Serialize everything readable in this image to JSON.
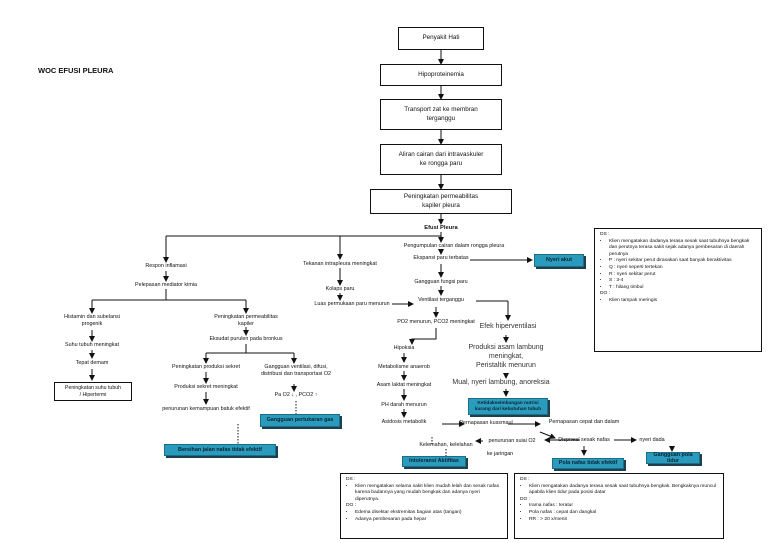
{
  "title": "WOC EFUSI PLEURA",
  "chain": [
    "Penyakit Hati",
    "Hipoproteinemia",
    "Transport zat ke membran\nterganggu",
    "Aliran cairan dari intravaskuler\nke rongga paru",
    "Peningkatan permeabilitas\nkapiler pleura"
  ],
  "center": "Efusi Pleura",
  "left": {
    "respon": "Respon inflamasi",
    "pelepasan": "Pelepasan mediator kimia",
    "histamin": "Histamin dan subelansi\nprogenik",
    "suhu": "Suhu tubuh meningkat",
    "demam": "Tepat demam",
    "hipertermi": "Peningkatan suhu tubuh\n/ Hipertermi",
    "permeabilitas": "Peningkatan permeabilitas\nkapiler",
    "eksudat": "Eksudat purulen pada bronkus",
    "produksi1": "Peningkatan produksi sekret",
    "produksi2": "Produksi sekret meningkat",
    "penurunan": "penurunan kemampuan batuk efektif",
    "bersihan": "Bersihan jalan nafas tidak efektif",
    "ventilasi": "Gangguan ventilasi, difusi,\ndistribusi dan transportasi O2",
    "pao2": "Pa O2 ↓ , PCO2 ↑",
    "pertukaran": "Gangguan pertukaran gas"
  },
  "middle": {
    "tekanan": "Tekanan intrapleura meningkat",
    "kolaps": "Kolaps paru",
    "luas": "Luas permukaan paru menurun",
    "pengumpulan": "Pengumpulan cairan dalam rongga pleura",
    "ekspansi": "Ekspansi paru terbatas",
    "nyeri_akut": "Nyeri akut",
    "gangguan_fungsi": "Gangguan fungsi paru",
    "vent_terganggu": "Ventilasi terganggu",
    "po2": "PO2 menurun, PCO2 meningkat",
    "hipoksia": "Hipoksia",
    "metabolisme": "Metabolisme anaerob",
    "asam": "Asam laktat meningkat",
    "ph": "PH darah menurun",
    "asidosis": "Asidosis metabolik",
    "kelemahan": "Kelemahan, kelelahan",
    "intoleransi": "Intoleransi Aktifitas",
    "efek": "Efek hiperventilasi",
    "produksi_asam": "Produksi asam lambung\nmeningkat,\nPeristaltik menurun",
    "mual": "Mual, nyeri lambung, anoreksia",
    "nutrisi": "Ketidakseimbangan nutrisi kurang dari\nkebutuhan tubuh",
    "kussmaul": "Pernapasan kussmaul",
    "pernapasan_cepat": "Pernapasan cepat dan dalam",
    "dispnea": "Dispnea/ sesak nafas",
    "penurunan_o2": "penurunan suiai O2",
    "ke_jaringan": "ke jaringan",
    "pola_nafas": "Pola nafas tidak efektif",
    "nyeri_dada": "nyeri dada",
    "pola_tidur": "Gangguan pola tidur"
  },
  "panel_right": {
    "ds_label": "DS :",
    "ds_items": [
      "Klien mengatakan dadanya terasa sesak saat tubuhnya bengkak dan perutnya terasa sakit sejak adanya pembesaran di daerah perutnya",
      "P : nyeri sekitar perut dirasakan saat banyak beraktivitas",
      "Q : nyeri seperti tertekan",
      "R : nyeri sekitar perut",
      "S : 3-4",
      "T : hilang timbul"
    ],
    "do_label": "DO :",
    "do_items": [
      "Klien tampak meringis"
    ]
  },
  "panel_bottom_mid": {
    "ds_label": "DS :",
    "ds_items": [
      "Klien mengatakan selama sakit klien mudah lelah dan sesak nafas karena badannya yang mudah bengkak dan adanya nyeri diperutnya."
    ],
    "do_label": "DO :",
    "do_items": [
      "Edema disektar ekstremitas bagian atas (tangan)",
      "Adanya pembesaran pada hepar"
    ]
  },
  "panel_bottom_right": {
    "ds_label": "DS :",
    "ds_items": [
      "Klien mengatakan dadanya terasa sesak saat tubuhnya bengkak. Bengkaknya muncul apabila klien tidur pada posisi datar"
    ],
    "do_label": "DO :",
    "do_items": [
      "Irama nafas : teratur",
      "Pola nafas : cepat dan dangkal",
      "RR : > 20 x/menit"
    ]
  },
  "colors": {
    "accent": "#2b9bbd",
    "line": "#111111"
  }
}
